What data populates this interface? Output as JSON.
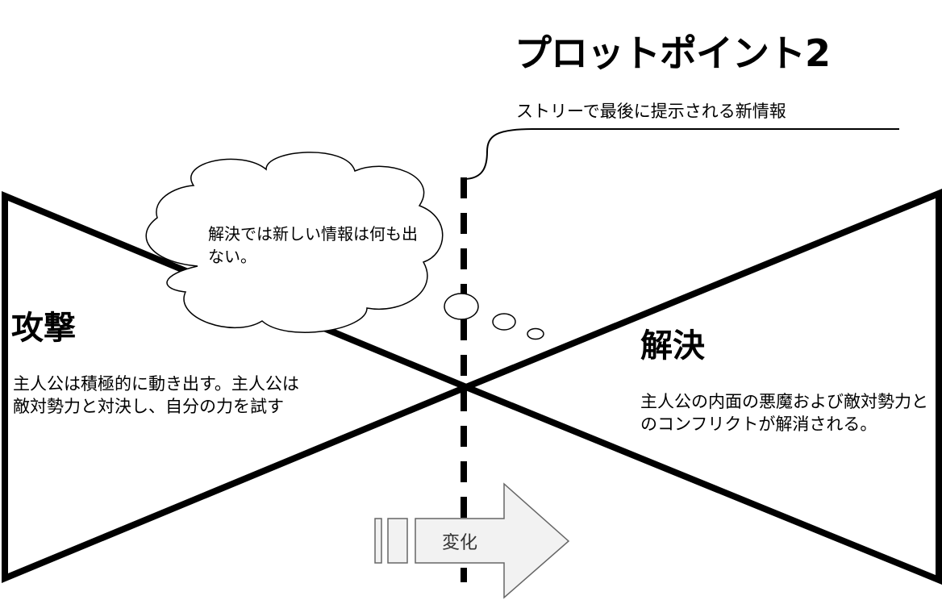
{
  "plot_point": {
    "title": "プロットポイント2",
    "subtitle": "ストリーで最後に提示される新情報"
  },
  "thought": {
    "text": "解決では新しい情報は何も出ない。"
  },
  "left": {
    "title": "攻撃",
    "description": "主人公は積極的に動き出す。主人公は敵対勢力と対決し、自分の力を試す"
  },
  "right": {
    "title": "解決",
    "description": "主人公の内面の悪魔および敵対勢力とのコンフリクトが解消される。"
  },
  "change_arrow": {
    "label": "変化"
  }
}
